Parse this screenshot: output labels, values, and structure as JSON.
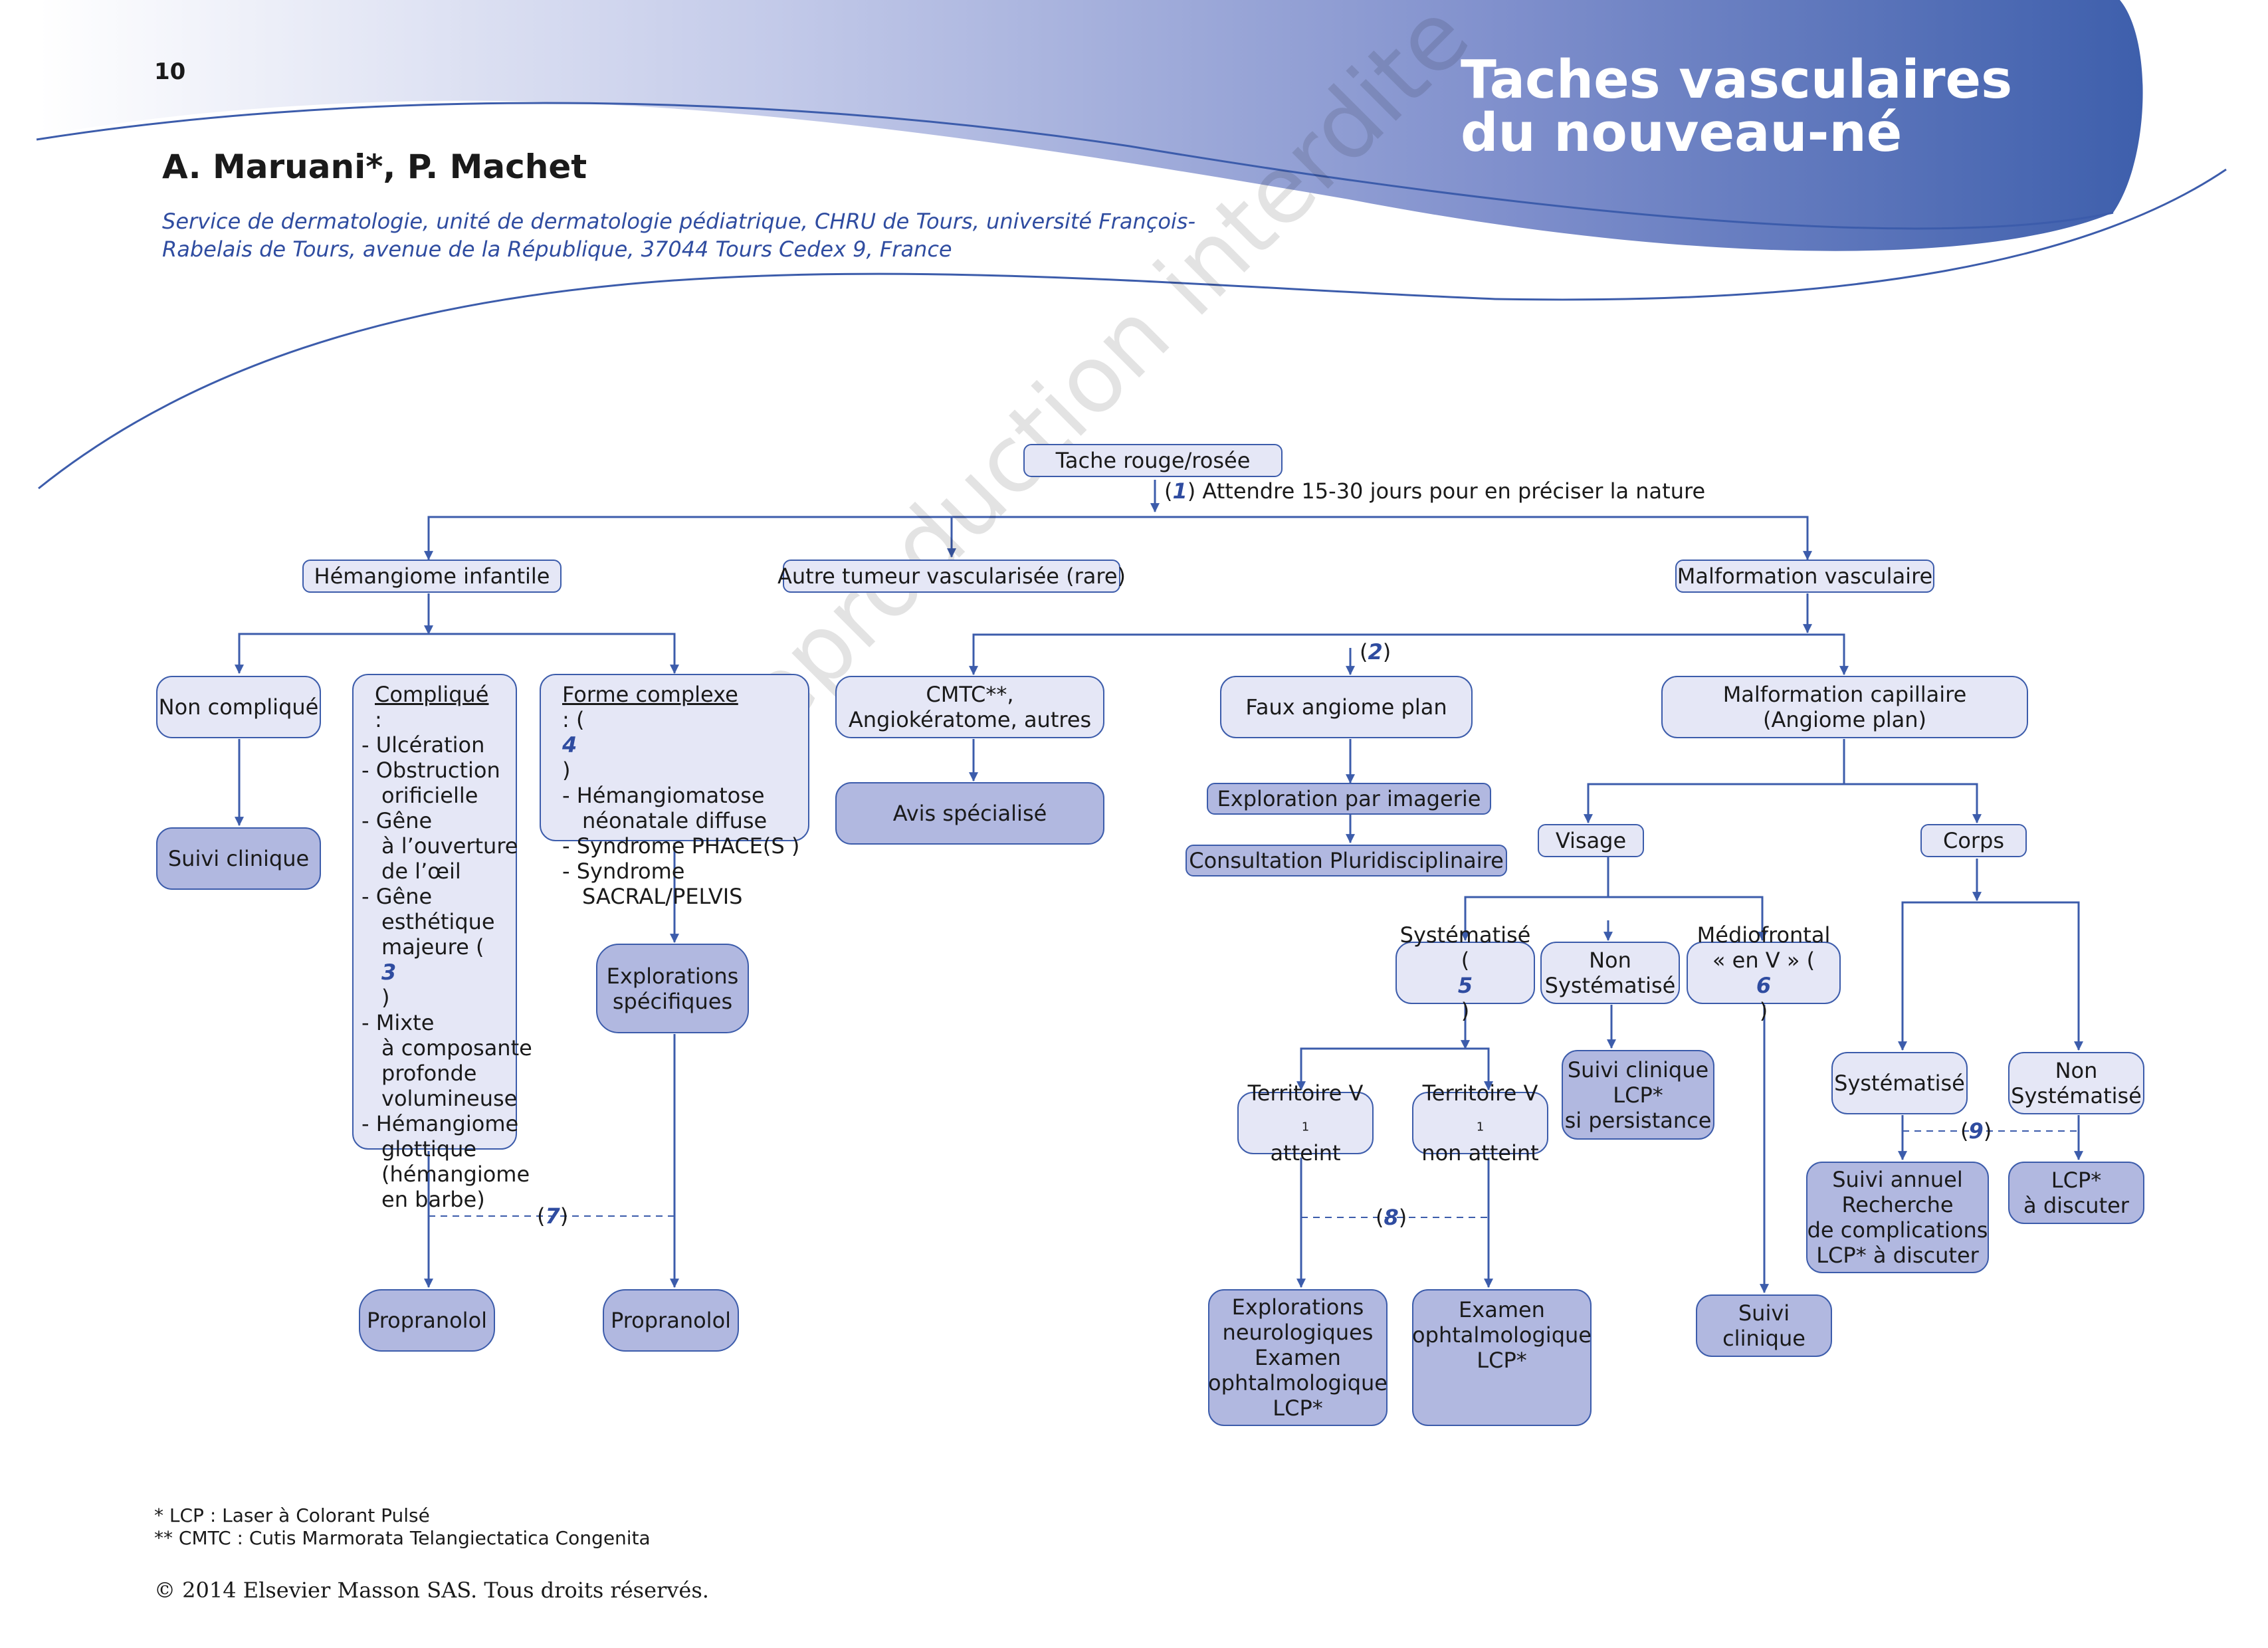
{
  "header": {
    "page_number": "10",
    "title_line1": "Taches vasculaires",
    "title_line2": "du nouveau-né",
    "authors": "A. Maruani*, P. Machet",
    "affiliation_line1": "Service de dermatologie, unité de dermatologie pédiatrique, CHRU de Tours, université François-",
    "affiliation_line2": "Rabelais de Tours, avenue de la République, 37044 Tours Cedex 9, France"
  },
  "watermark": "Reproduction interdite",
  "colors": {
    "accent": "#3c5cab",
    "box_light": "#e5e7f6",
    "box_dark": "#b1b8e0",
    "note_number": "#2f4ca0"
  },
  "flowchart": {
    "root": "Tache rouge/rosée",
    "note1": {
      "num": "1",
      "text": "Attendre 15-30 jours pour en préciser la nature"
    },
    "hemangiome": "Hémangiome infantile",
    "autre_tumeur": "Autre tumeur vascularisée (rare)",
    "malformation": "Malformation vasculaire",
    "non_complique": "Non compliqué",
    "suivi_clinique": "Suivi clinique",
    "complique": {
      "title": "Compliqué",
      "colon": " :",
      "l1": "- Ulcération",
      "l2": "- Obstruction",
      "l3": "orificielle",
      "l4": "- Gêne",
      "l5": "à l’ouverture",
      "l6": "de l’œil",
      "l7": "- Gêne",
      "l8": "esthétique",
      "l9": "majeure (",
      "l9_num": "3",
      "l9_end": ")",
      "l10": "- Mixte",
      "l11": "à composante",
      "l12": "profonde",
      "l13": "volumineuse",
      "l14": "- Hémangiome",
      "l15": "glottique",
      "l16": "(hémangiome",
      "l17": "en barbe)"
    },
    "forme_complexe": {
      "title": "Forme complexe",
      "colon": " : (",
      "num": "4",
      "close": ")",
      "l1": "- Hémangiomatose",
      "l2": "néonatale diffuse",
      "l3": "- Syndrome PHACE(S )",
      "l4": "- Syndrome",
      "l5": "SACRAL/PELVIS"
    },
    "explorations_specifiques": [
      "Explorations",
      "spécifiques"
    ],
    "propranolol_left": "Propranolol",
    "propranolol_right": "Propranolol",
    "note7": "7",
    "note2": "2",
    "cmtc": [
      "CMTC**,",
      "Angiokératome, autres"
    ],
    "avis": "Avis spécialisé",
    "faux_angiome": "Faux angiome plan",
    "exploration_imagerie": "Exploration par imagerie",
    "consultation": "Consultation Pluridisciplinaire",
    "malformation_capillaire": [
      "Malformation capillaire",
      "(Angiome plan)"
    ],
    "visage": "Visage",
    "corps": "Corps",
    "systematise_visage": {
      "l1": "Systématisé",
      "open": "(",
      "num": "5",
      "close": ")"
    },
    "non_systematise_visage": [
      "Non",
      "Systématisé"
    ],
    "mediofrontal": {
      "l1": "Médiofrontal",
      "l2": "« en V » (",
      "num": "6",
      "close": ")"
    },
    "territoire_atteint": {
      "l1": "Territoire V",
      "sub": "1",
      "l2": "atteint"
    },
    "territoire_non_atteint": {
      "l1": "Territoire V",
      "sub": "1",
      "l2": "non atteint"
    },
    "suivi_lcp_persistance": [
      "Suivi clinique",
      "LCP*",
      "si persistance"
    ],
    "note8": "8",
    "explorations_neuro": [
      "Explorations",
      "neurologiques",
      "Examen",
      "ophtalmologique",
      "LCP*"
    ],
    "examen_ophtalmo": [
      "Examen",
      "ophtalmologique",
      "LCP*"
    ],
    "suivi_clinique_v": [
      "Suivi",
      "clinique"
    ],
    "systematise_corps": "Systématisé",
    "non_systematise_corps": [
      "Non",
      "Systématisé"
    ],
    "note9": "9",
    "suivi_annuel": [
      "Suivi annuel",
      "Recherche",
      "de complications",
      "LCP* à discuter"
    ],
    "lcp_discuter": [
      "LCP*",
      "à discuter"
    ]
  },
  "footnotes": {
    "lcp": "*   LCP : Laser à Colorant Pulsé",
    "cmtc": "** CMTC : Cutis Marmorata Telangiectatica Congenita"
  },
  "copyright": "© 2014 Elsevier Masson SAS. Tous droits réservés."
}
